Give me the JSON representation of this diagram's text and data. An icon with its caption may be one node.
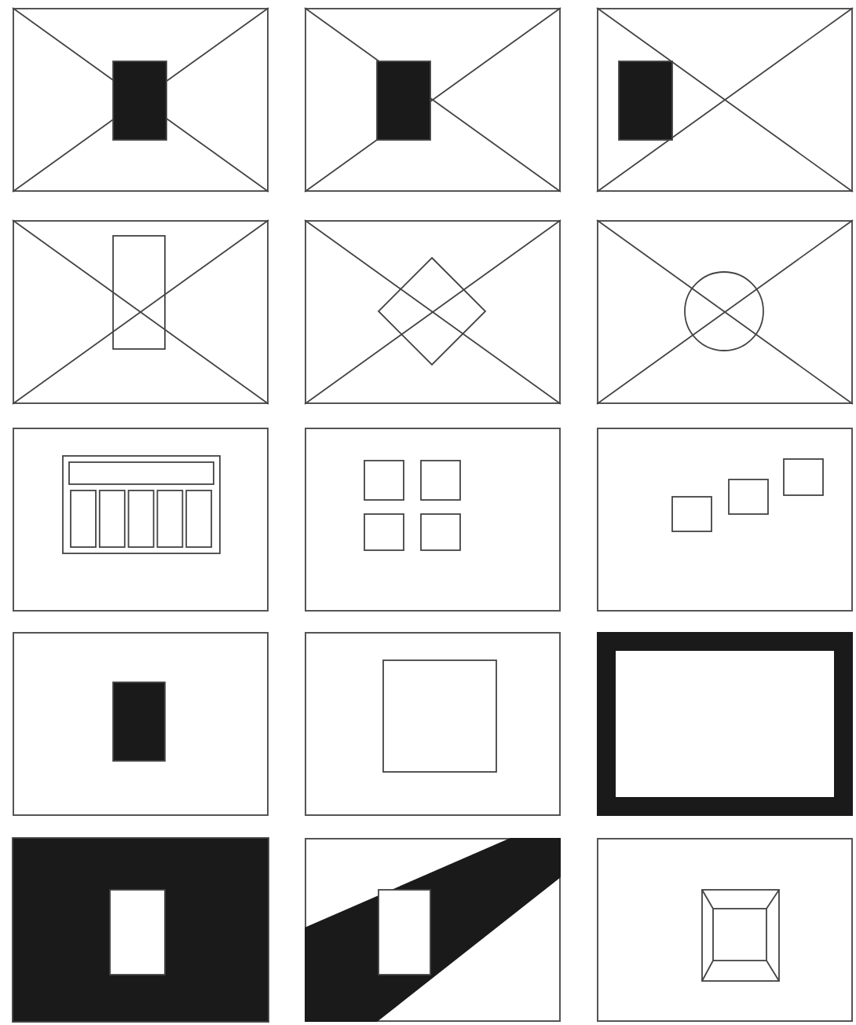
{
  "diagram": {
    "nodes": [
      {
        "text": [],
        "shape": "box"
      },
      {
        "text": [],
        "shape": "box"
      },
      {
        "text": [],
        "shape": "box"
      },
      {
        "text": [],
        "shape": "box"
      },
      {
        "text": [],
        "shape": "box"
      },
      {
        "text": [],
        "shape": "box"
      },
      {
        "text": [],
        "shape": "box"
      },
      {
        "text": [],
        "shape": "box"
      },
      {
        "text": [],
        "shape": "box"
      },
      {
        "text": [],
        "shape": "box"
      },
      {
        "text": [],
        "shape": "box"
      },
      {
        "text": [],
        "shape": "box"
      },
      {
        "text": [],
        "shape": "box"
      },
      {
        "text": [],
        "shape": "box"
      },
      {
        "text": [],
        "shape": "box"
      }
    ]
  }
}
